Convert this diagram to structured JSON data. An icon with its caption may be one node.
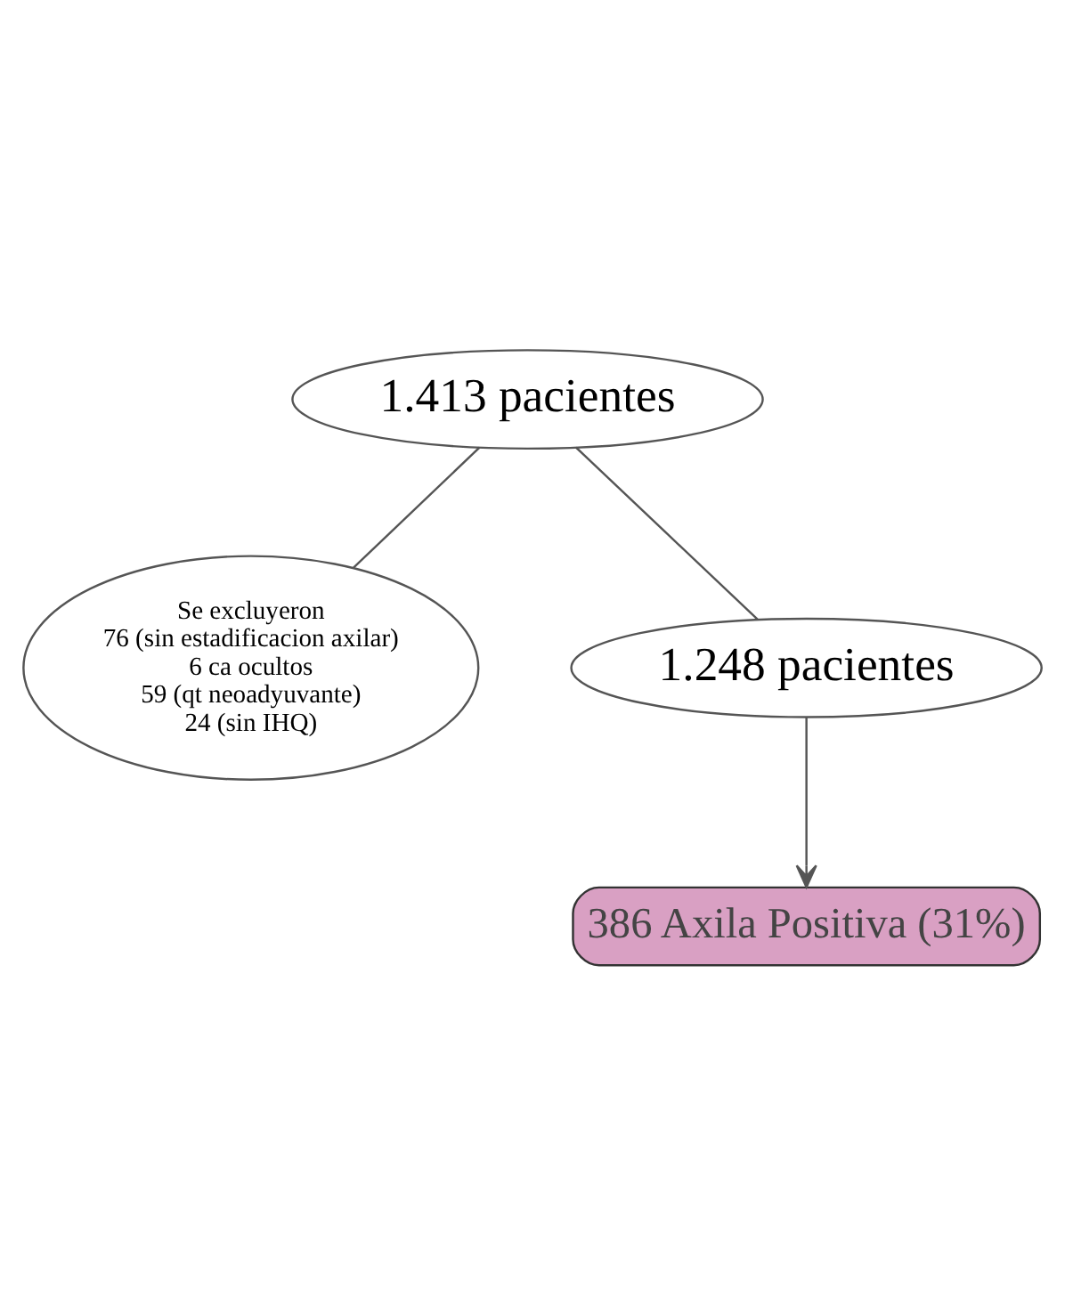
{
  "diagram": {
    "nodes": [
      {
        "text": [
          "1.413 pacientes"
        ]
      },
      {
        "text": [
          "Se excluyeron",
          "76 (sin estadificacion axilar)",
          "6 ca ocultos",
          "59 (qt neoadyuvante)",
          "24 (sin IHQ)"
        ]
      },
      {
        "text": [
          "1.248 pacientes"
        ]
      },
      {
        "text": [
          "386 Axila Positiva (31%)"
        ]
      }
    ],
    "edges": [
      {
        "from": 0,
        "to": 1,
        "arrow": "none"
      },
      {
        "from": 0,
        "to": 2,
        "arrow": "none"
      },
      {
        "from": 2,
        "to": 3,
        "arrow": "to"
      }
    ]
  }
}
